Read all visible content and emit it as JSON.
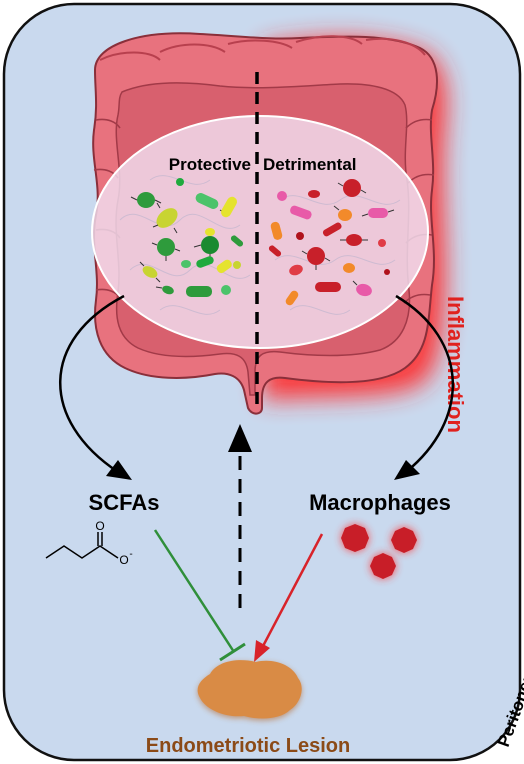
{
  "labels": {
    "protective": "Protective",
    "detrimental": "Detrimental",
    "inflammation": "Inflammation",
    "scfas": "SCFAs",
    "macrophages": "Macrophages",
    "lesion": "Endometriotic Lesion",
    "peritoneum": "Peritoneum",
    "oxygen": "O",
    "oxide": "O",
    "charge": "-"
  },
  "colors": {
    "peritoneum_fill": "#c9d9ee",
    "colon_fill": "#e8727e",
    "colon_dark": "#c9505f",
    "inflammation_glow": "#ff2a2a",
    "inflammation_text": "#e0211e",
    "microbiome_ellipse": "#f1dff0",
    "protective_microbes": [
      "#2e9b3c",
      "#1faa3d",
      "#c8d432",
      "#e5e32e",
      "#4cc36a"
    ],
    "detrimental_microbes": [
      "#c8202a",
      "#e03c46",
      "#e85aa8",
      "#f28a2a",
      "#b0121c"
    ],
    "macrophage": "#c81e28",
    "lesion": "#d98b45",
    "inhibit_green": "#2f8f3a",
    "inhibit_red": "#d8232a",
    "lesion_text": "#8b4a17",
    "text": "#000000"
  }
}
